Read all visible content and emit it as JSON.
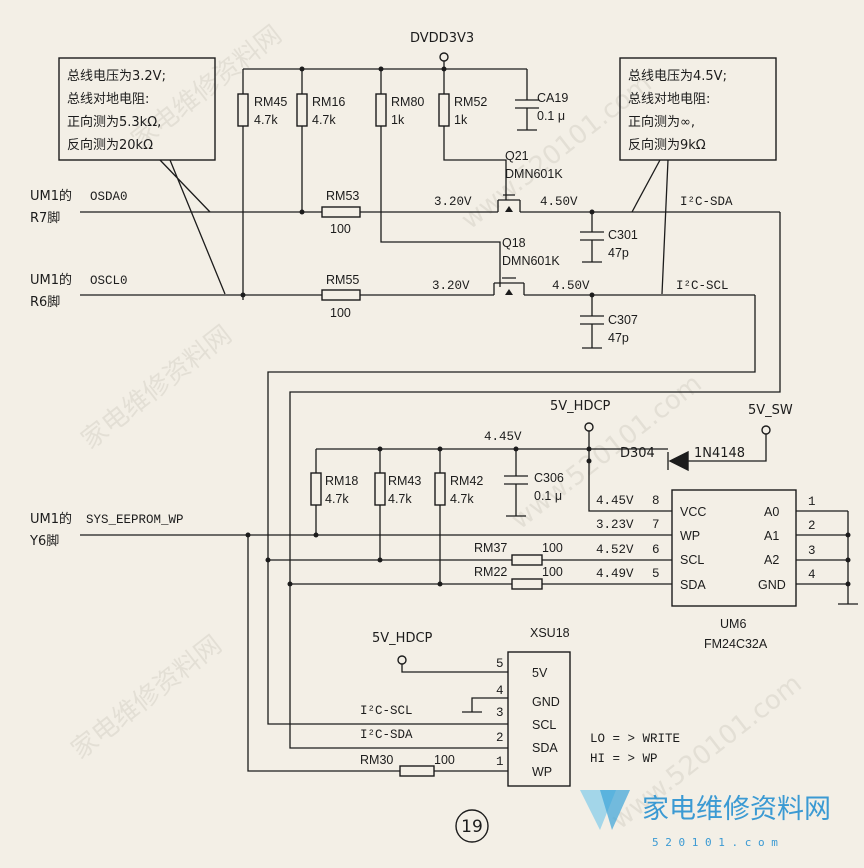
{
  "rails": {
    "dvdd": "DVDD3V3",
    "hdcp": "5V_HDCP",
    "sw": "5V_SW",
    "hdcp2": "5V_HDCP"
  },
  "notes": {
    "left": [
      "总线电压为3.2V;",
      "总线对地电阻:",
      "正向测为5.3kΩ,",
      "反向测为20kΩ"
    ],
    "right": [
      "总线电压为4.5V;",
      "总线对地电阻:",
      "正向测为∞,",
      "反向测为9kΩ"
    ]
  },
  "signals": {
    "osda_pin": [
      "UM1的",
      "R7脚"
    ],
    "osda": "OSDA0",
    "oscl_pin": [
      "UM1的",
      "R6脚"
    ],
    "oscl": "OSCL0",
    "wp_pin": [
      "UM1的",
      "Y6脚"
    ],
    "wp": "SYS_EEPROM_WP",
    "i2c_sda": "I²C-SDA",
    "i2c_scl": "I²C-SCL"
  },
  "resistors": {
    "rm45": [
      "RM45",
      "4.7k"
    ],
    "rm16": [
      "RM16",
      "4.7k"
    ],
    "rm80": [
      "RM80",
      "1k"
    ],
    "rm52": [
      "RM52",
      "1k"
    ],
    "rm53": [
      "RM53",
      "100"
    ],
    "rm55": [
      "RM55",
      "100"
    ],
    "rm18": [
      "RM18",
      "4.7k"
    ],
    "rm43": [
      "RM43",
      "4.7k"
    ],
    "rm42": [
      "RM42",
      "4.7k"
    ],
    "rm37": [
      "RM37",
      "100"
    ],
    "rm22": [
      "RM22",
      "100"
    ],
    "rm30": [
      "RM30",
      "100"
    ]
  },
  "capacitors": {
    "ca19": [
      "CA19",
      "0.1 μ"
    ],
    "c301": [
      "C301",
      "47p"
    ],
    "c307": [
      "C307",
      "47p"
    ],
    "c306": [
      "C306",
      "0.1 μ"
    ]
  },
  "transistors": {
    "q21": [
      "Q21",
      "DMN601K"
    ],
    "q18": [
      "Q18",
      "DMN601K"
    ]
  },
  "diode": {
    "ref": "D304",
    "part": "1N4148"
  },
  "voltages": {
    "sda_left": "3.20V",
    "sda_right": "4.50V",
    "scl_left": "3.20V",
    "scl_right": "4.50V",
    "vcc_node": "4.45V",
    "pin8": "4.45V",
    "pin7": "3.23V",
    "pin6": "4.52V",
    "pin5": "4.49V"
  },
  "eeprom": {
    "ref": "UM6",
    "part": "FM24C32A",
    "left_pins": [
      "VCC",
      "WP",
      "SCL",
      "SDA"
    ],
    "left_nums": [
      "8",
      "7",
      "6",
      "5"
    ],
    "right_pins": [
      "A0",
      "A1",
      "A2",
      "GND"
    ],
    "right_nums": [
      "1",
      "2",
      "3",
      "4"
    ]
  },
  "connector": {
    "ref": "XSU18",
    "pins": [
      "5V",
      "GND",
      "SCL",
      "SDA",
      "WP"
    ],
    "nums": [
      "5",
      "4",
      "3",
      "2",
      "1"
    ],
    "scl_label": "I²C-SCL",
    "sda_label": "I²C-SDA"
  },
  "logic": [
    "LO = > WRITE",
    "HI  = > WP"
  ],
  "page_number": "19",
  "watermarks": [
    "家电维修资料网",
    "www.520101.com",
    "家电维修资料网",
    "www.520101.com",
    "家电维修资料网",
    "www.520101.com"
  ],
  "logo": {
    "text": "家电维修资料网",
    "url": "5 2 0 1 0 1 . c o m"
  }
}
